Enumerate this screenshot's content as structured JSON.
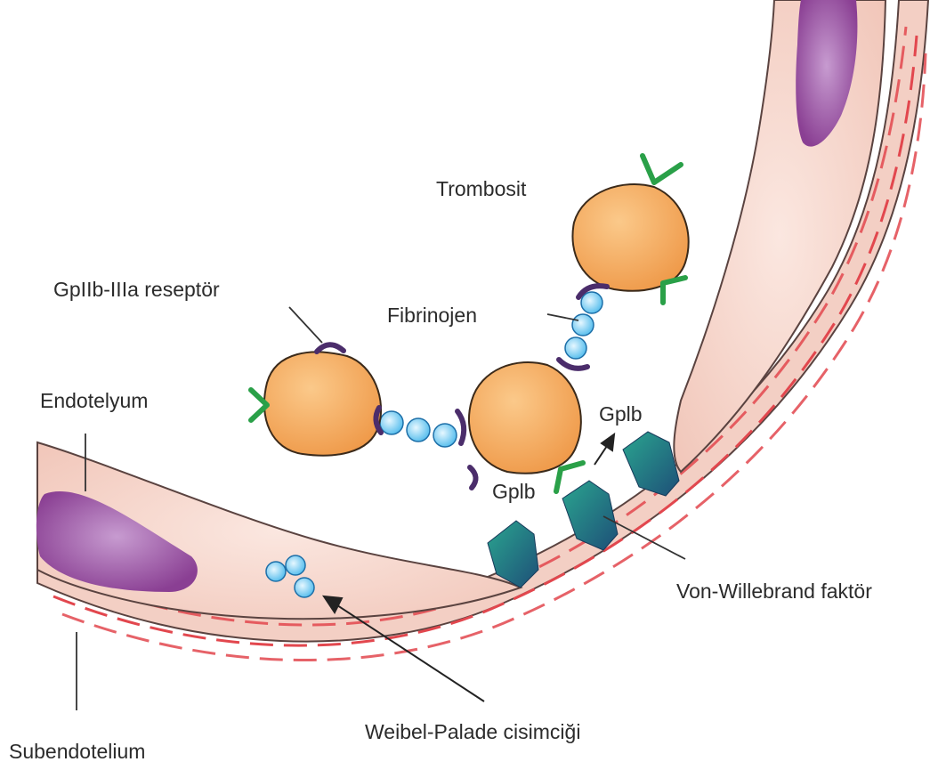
{
  "labels": {
    "trombosit": "Trombosit",
    "gp_receptor": "GpIIb-IIIa reseptör",
    "fibrinojen": "Fibrinojen",
    "endotelyum": "Endotelyum",
    "gplb_upper": "Gplb",
    "gplb_lower": "Gplb",
    "vwf": "Von-Willebrand faktör",
    "weibel": "Weibel-Palade cisimciği",
    "subendotelium": "Subendotelium"
  },
  "colors": {
    "wall_fill": "#f3cfc4",
    "wall_stroke": "#5a4340",
    "media_dash": "#e2474e",
    "nucleus": "#9b4ea0",
    "platelet": "#f2a255",
    "platelet_stroke": "#3b2a1a",
    "fibrinogen": "#7fd0f3",
    "fibrinogen_stroke": "#1d6fa8",
    "gpib": "#2aa048",
    "receptor": "#4b2d6b",
    "vwf_light": "#2a9a8a",
    "vwf_dark": "#1f4f77"
  }
}
